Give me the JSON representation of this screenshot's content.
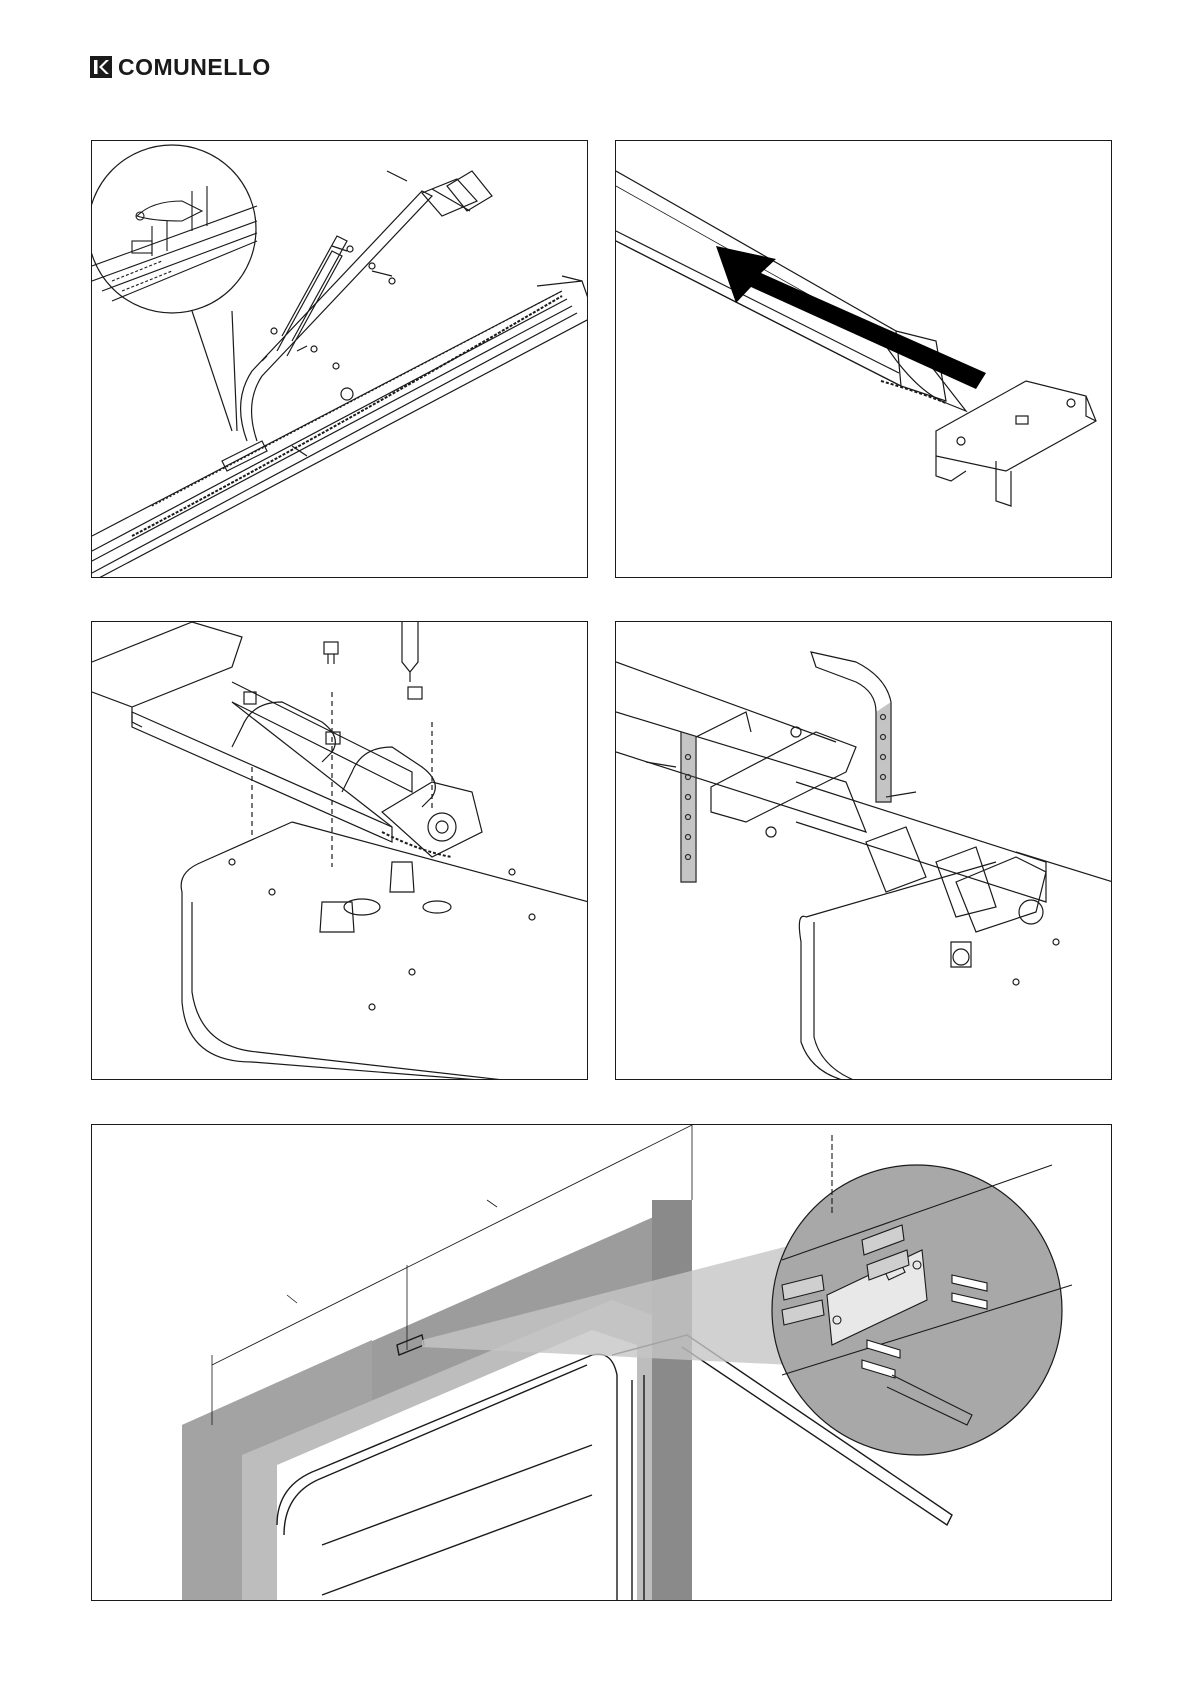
{
  "header": {
    "brand_name": "COMUNELLO",
    "brand_mark_icon": "comunello-k-logo-icon"
  },
  "panels": [
    {
      "id": "panel-1",
      "subject": "rail-and-arm-exploded-view-illustration"
    },
    {
      "id": "panel-2",
      "subject": "rail-slide-into-bracket-illustration"
    },
    {
      "id": "panel-3",
      "subject": "rail-to-motor-screw-illustration"
    },
    {
      "id": "panel-4",
      "subject": "ceiling-bracket-mounting-illustration"
    },
    {
      "id": "panel-5",
      "subject": "wall-bracket-above-door-illustration"
    }
  ],
  "colors": {
    "line": "#1a1a1a",
    "wall_gray": "#9c9c9c",
    "wall_dark": "#8a8a8a",
    "zoom_bg": "#a8a8a8",
    "arrow": "#000000"
  }
}
